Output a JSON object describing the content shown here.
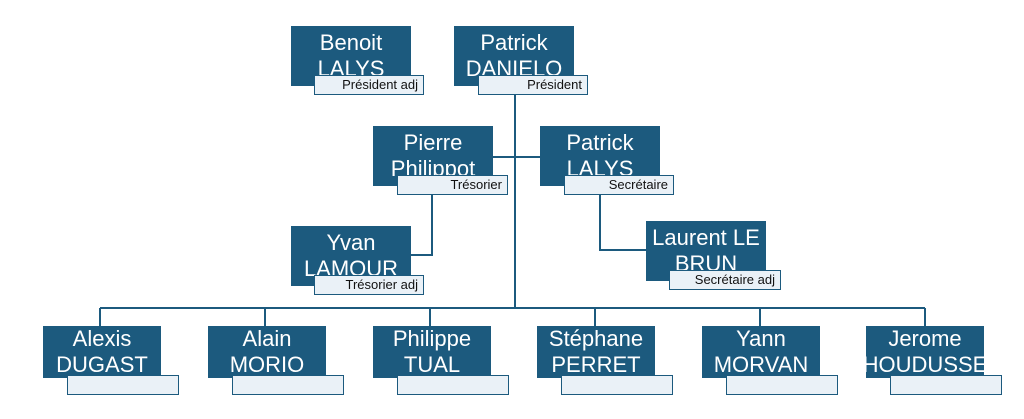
{
  "colors": {
    "box": "#1c5a7e",
    "role_bg": "#eaf1f7",
    "connector": "#1c5a7e"
  },
  "nodes": {
    "benoit": {
      "line1": "Benoit",
      "line2": "LALYS",
      "role": "Président adj"
    },
    "patrickd": {
      "line1": "Patrick",
      "line2": "DANIELO",
      "role": "Président"
    },
    "pierre": {
      "line1": "Pierre",
      "line2": "Philippot",
      "role": "Trésorier"
    },
    "patrickl": {
      "line1": "Patrick",
      "line2": "LALYS",
      "role": "Secrétaire"
    },
    "yvan": {
      "line1": "Yvan",
      "line2": "LAMOUR",
      "role": "Trésorier adj"
    },
    "laurent": {
      "line1": "Laurent LE",
      "line2": "BRUN",
      "role": "Secrétaire adj"
    },
    "alexis": {
      "line1": "Alexis",
      "line2": "DUGAST",
      "role": ""
    },
    "alain": {
      "line1": "Alain",
      "line2": "MORIO",
      "role": ""
    },
    "philippe": {
      "line1": "Philippe",
      "line2": "TUAL",
      "role": ""
    },
    "stephane": {
      "line1": "Stéphane",
      "line2": "PERRET",
      "role": ""
    },
    "yann": {
      "line1": "Yann",
      "line2": "MORVAN",
      "role": ""
    },
    "jerome": {
      "line1": "Jerome",
      "line2": "HOUDUSSE",
      "role": ""
    }
  }
}
